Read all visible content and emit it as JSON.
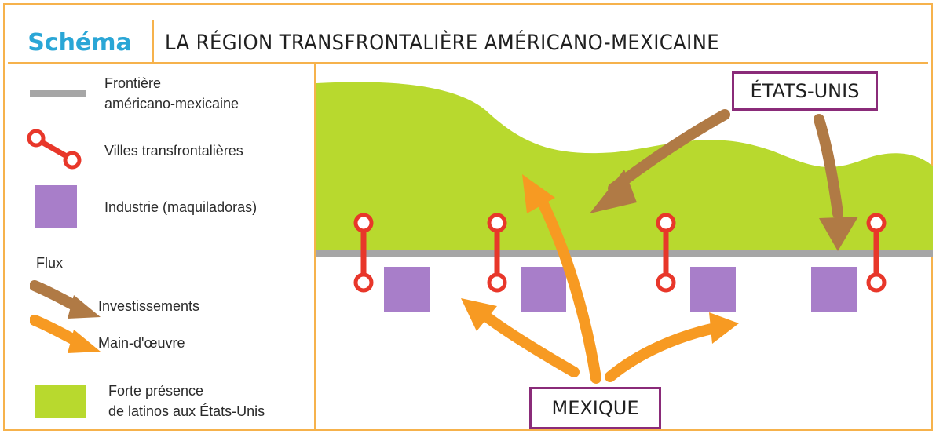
{
  "header": {
    "schema_label": "Schéma",
    "title": "LA RÉGION TRANSFRONTALIÈRE AMÉRICANO-MEXICAINE"
  },
  "legend": {
    "border_label_1": "Frontière",
    "border_label_2": "américano-mexicaine",
    "cities_label": "Villes transfrontalières",
    "industry_label": "Industrie (maquiladoras)",
    "flux_label": "Flux",
    "investments_label": "Investissements",
    "labor_label": "Main-d'œuvre",
    "latinos_label_1": "Forte présence",
    "latinos_label_2": "de latinos aux États-Unis"
  },
  "map": {
    "usa_label": "ÉTATS-UNIS",
    "mexico_label": "MEXIQUE"
  },
  "colors": {
    "frame_orange": "#f6b24c",
    "schema_blue": "#2aa6d6",
    "green_zone": "#b8d92e",
    "border_gray": "#a6a6a6",
    "city_red": "#e8372a",
    "industry_purple": "#a87ec9",
    "investment_brown": "#b07a45",
    "labor_orange": "#f79a22",
    "label_border_purple": "#8a2b79"
  }
}
